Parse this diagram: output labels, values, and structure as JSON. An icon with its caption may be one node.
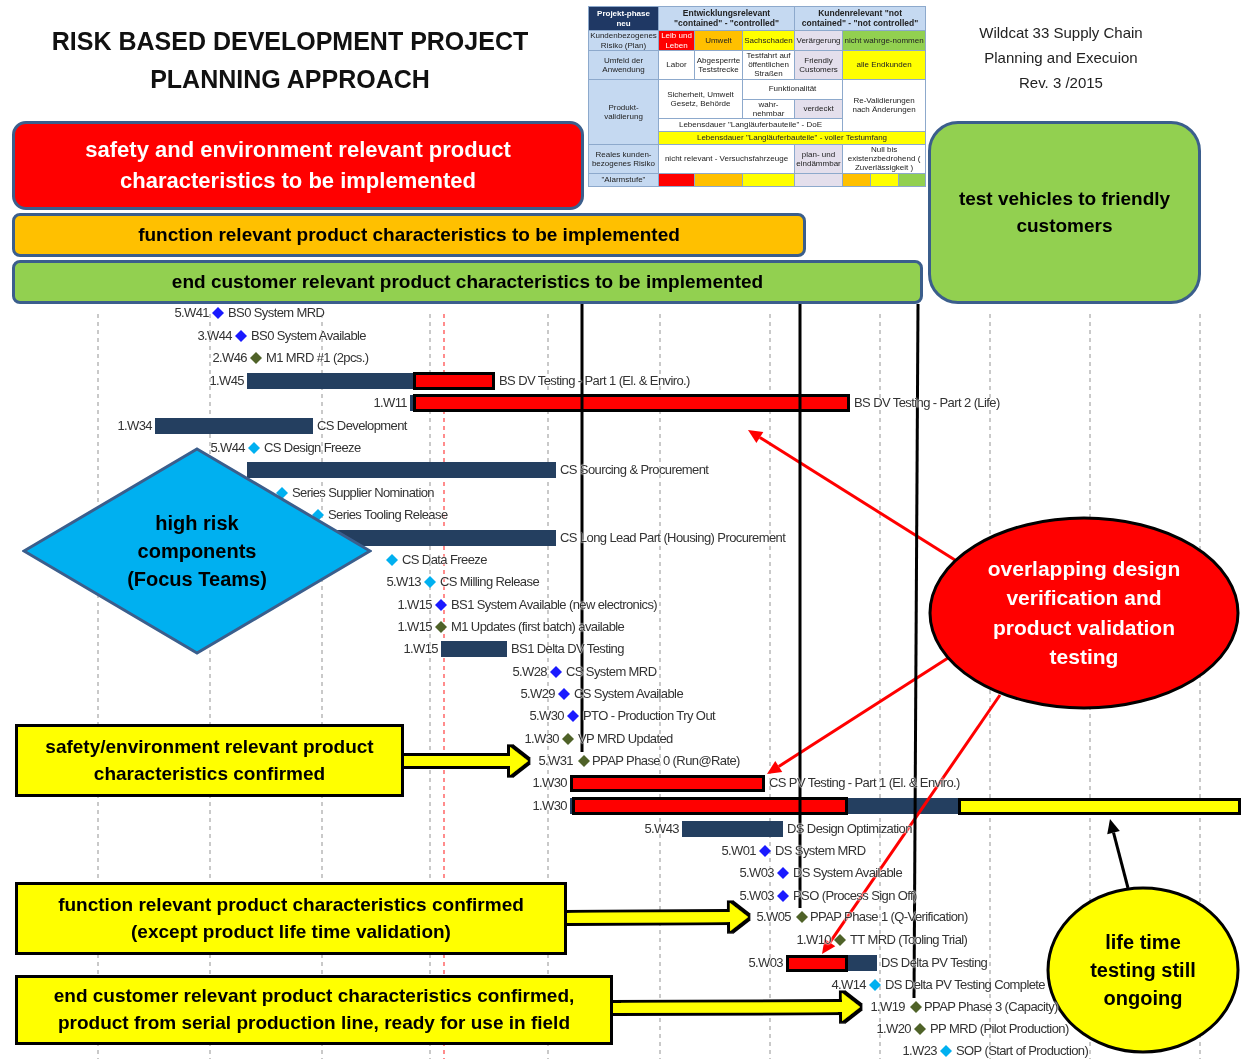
{
  "diagram": {
    "title": "RISK BASED DEVELOPMENT PROJECT PLANNING APPROACH",
    "nodes": [
      {
        "text": [
          "safety and environment relevant product characteristics to be implemented"
        ]
      },
      {
        "text": [
          "function relevant product characteristics to be implemented"
        ]
      },
      {
        "text": [
          "end customer relevant product characteristics to be implemented"
        ]
      },
      {
        "text": [
          "test vehicles to friendly customers"
        ]
      },
      {
        "text": [
          "high risk components (Focus Teams)"
        ]
      },
      {
        "text": [
          "overlapping design verification and product validation testing"
        ]
      },
      {
        "text": [
          "safety/environment relevant product characteristics confirmed"
        ]
      },
      {
        "text": [
          "function relevant product characteristics confirmed (except product life time validation)"
        ]
      },
      {
        "text": [
          "end customer relevant product characteristics confirmed, product from serial production line, ready for use in field"
        ]
      },
      {
        "text": [
          "life time testing still ongoing"
        ]
      },
      {
        "text": [
          "5.W31"
        ],
        "beside": [
          "PPAP Phase 0 (Run@Rate)"
        ]
      },
      {
        "text": [],
        "shape": "bar"
      },
      {
        "text": [],
        "shape": "bar"
      },
      {
        "text": [
          "5.W05"
        ],
        "beside": [
          "PPAP Phase 1 (Q-Verification)"
        ]
      },
      {
        "text": [],
        "shape": "bar"
      },
      {
        "text": [
          "1.W19"
        ],
        "beside": [
          "PPAP Phase 3 (Capacity)"
        ]
      }
    ],
    "edges": [
      {
        "from": 6,
        "to": 10,
        "arrow": "to",
        "style": "thick",
        "color": "#ffff00"
      },
      {
        "from": 7,
        "to": 13,
        "arrow": "to",
        "style": "thick",
        "color": "#ffff00"
      },
      {
        "from": 8,
        "to": 15,
        "arrow": "to",
        "style": "thick",
        "color": "#ffff00"
      },
      {
        "from": 5,
        "to": null,
        "arrow": "to",
        "color": "#ff0000"
      },
      {
        "from": 5,
        "to": 11,
        "arrow": "to",
        "color": "#ff0000"
      },
      {
        "from": 5,
        "to": 14,
        "arrow": "to",
        "color": "#ff0000"
      },
      {
        "from": 9,
        "to": 12,
        "arrow": "to"
      },
      {
        "from": 2,
        "to": 10,
        "arrow": "none"
      },
      {
        "from": 2,
        "to": 13,
        "arrow": "none"
      },
      {
        "from": 2,
        "to": 15,
        "arrow": "none"
      }
    ],
    "labels": [
      "Wildcat 33  Supply Chain Planning and Execuion Rev. 3 /2015",
      "Projekt-phase neu",
      "Entwicklungsrelevant \"contained\" - \"controlled\"",
      "Kundenrelevant \"not contained\" - \"not controlled\"",
      "Kundenbezogenes Risiko (Plan)",
      "Leib und Leben",
      "Umwelt",
      "Sachschaden",
      "Verärgerung",
      "nicht wahrge-nommen",
      "Umfeld der Anwendung",
      "Labor",
      "Abgesperrte Teststrecke",
      "Testfahrt auf öffentlichen Straßen",
      "Friendly Customers",
      "alle Endkunden",
      "Produkt-validierung",
      "Sicherheit, Umwelt Gesetz, Behörde",
      "Funktionalität",
      "wahr-nehmbar",
      "verdeckt",
      "Re-Validierungen nach Änderungen",
      "Lebensdauer \"Langläuferbauteile\" - DoE",
      "Lebensdauer \"Langläuferbauteile\" - voller Testumfang",
      "Reales kunden-bezogenes Risiko",
      "nicht relevant - Versuchsfahrzeuge",
      "plan- und eindämmbar",
      "Null bis existenzbedrohend ( Zuverlässigkeit )",
      "\"Alarmstufe\"",
      "5.W41",
      "BS0 System MRD",
      "3.W44",
      "BS0 System Available",
      "2.W46",
      "M1 MRD #1 (2pcs.)",
      "1.W45",
      "BS DV Testing - Part 1 (El. & Enviro.)",
      "1.W11",
      "BS DV Testing - Part 2 (Life)",
      "1.W34",
      "CS Development",
      "5.W44",
      "CS Design Freeze",
      "CS Sourcing & Procurement",
      "Series Supplier Nomination",
      "Series Tooling Release",
      "CS Long Lead Part (Housing) Procurement",
      "CS Data Freeze",
      "5.W13",
      "CS Milling Release",
      "1.W15",
      "BS1 System Available (new electronics)",
      "1.W15",
      "M1 Updates (first batch) available",
      "1.W15",
      "BS1 Delta DV Testing",
      "5.W28",
      "CS System MRD",
      "5.W29",
      "CS System Available",
      "5.W30",
      "PTO - Production Try Out",
      "1.W30",
      "VP MRD Updated",
      "1.W30",
      "CS PV Testing - Part 1 (El. & Enviro.)",
      "1.W30",
      "5.W43",
      "DS Design Optimization",
      "5.W01",
      "DS System MRD",
      "5.W03",
      "DS System Available",
      "5.W03",
      "PSO (Process Sign Off)",
      "1.W10",
      "TT MRD (Tooling Trial)",
      "5.W03",
      "DS Delta PV Testing",
      "4.W14",
      "DS Delta PV Testing Complete",
      "1.W20",
      "PP MRD (Pilot Production)",
      "1.W23",
      "SOP (Start of Production)"
    ]
  }
}
